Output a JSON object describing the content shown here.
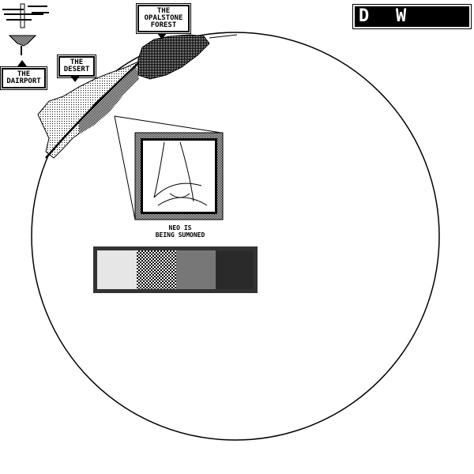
{
  "title_panel": {
    "letter_1": "D",
    "letter_2": "W"
  },
  "locations": [
    {
      "name": "The Dairport"
    },
    {
      "name": "The Desert"
    },
    {
      "name": "The Opalstone forest"
    }
  ],
  "event": {
    "caption_line1": "Neo is",
    "caption_line2": "being sumoned"
  },
  "portraits": [
    "sketch-character",
    "checkered-creature",
    "anime-face-bandage",
    "anime-girl-dark"
  ],
  "colors": {
    "ink": "#000000",
    "paper": "#ffffff",
    "strip_bg": "#333333"
  }
}
